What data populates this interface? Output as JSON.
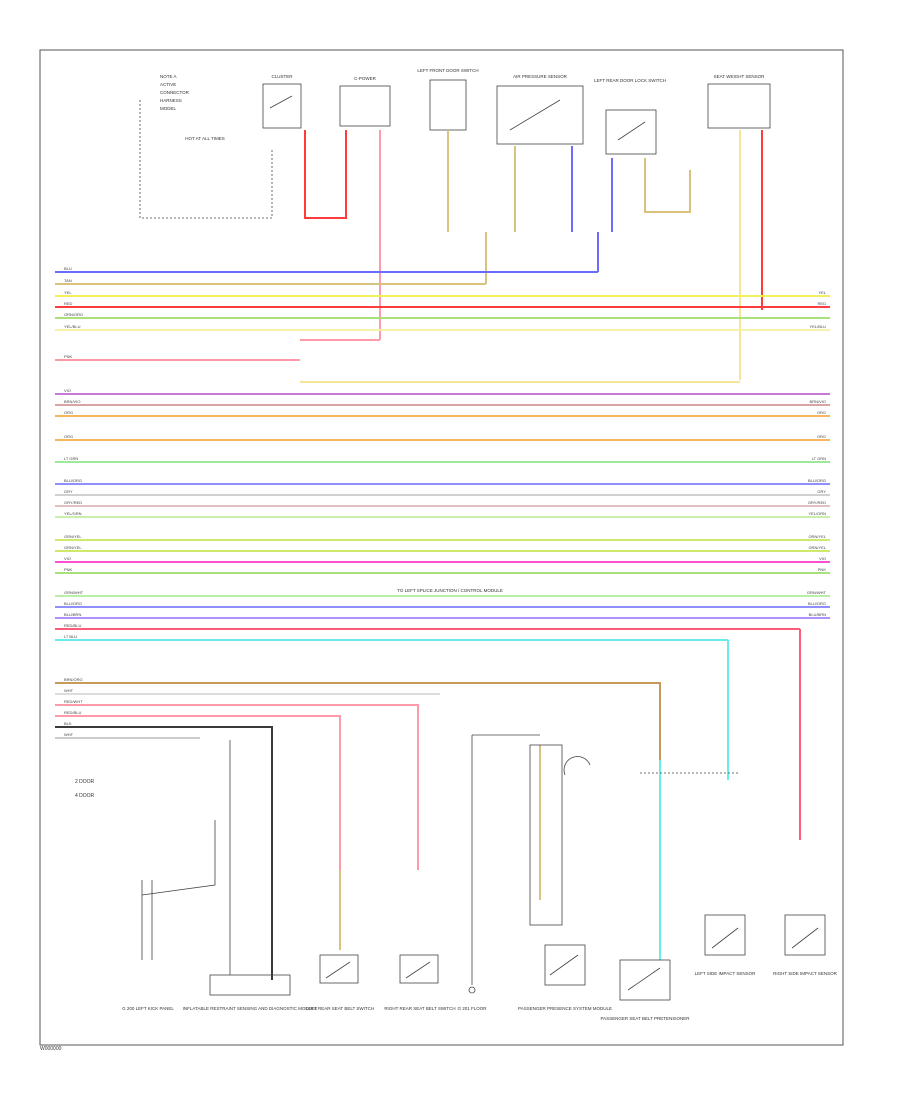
{
  "footer_id": "W000000",
  "colors": {
    "BLU": "#6b6bff",
    "TAN": "#d9c27e",
    "YEL": "#f4f05a",
    "RED": "#ff3b3b",
    "GRN_ORG": "#a8e07a",
    "YEL_BLU": "#f6f3a8",
    "PNK": "#ff9aa8",
    "VIO": "#c47ad6",
    "ORG": "#f5b55b",
    "LT_GRN": "#9ce89c",
    "BLU_VIO": "#8f8fff",
    "GRY": "#c8c8c8",
    "GRN_YEL": "#cfea6a",
    "MAGENTA": "#ff4fd0",
    "LT_BLU": "#66ecec",
    "BRN": "#c89a5a",
    "WHT": "#dcdcdc",
    "BLK": "#3a3a3a"
  },
  "legend": {
    "items": [
      "2 DOOR",
      "4 DOOR"
    ]
  },
  "note_block": {
    "lines": [
      "NOTE A",
      "ACTIVE",
      "CONNECTOR",
      "HARNESS",
      "MODEL"
    ]
  },
  "components_top": [
    {
      "id": "hot_at_all_times",
      "label": "HOT AT ALL TIMES"
    },
    {
      "id": "cluster",
      "label": "CLUSTER"
    },
    {
      "id": "c_power",
      "label": "C-POWER"
    },
    {
      "id": "left_front_door",
      "label": "LEFT FRONT DOOR SWITCH"
    },
    {
      "id": "air_pressure",
      "label": "AIR PRESSURE SENSOR"
    },
    {
      "id": "left_rear_switch",
      "label": "LEFT REAR DOOR LOCK SWITCH"
    },
    {
      "id": "seat_sensor",
      "label": "SEAT WEIGHT SENSOR"
    }
  ],
  "bus_labels": {
    "left": [
      "BLU",
      "TAN",
      "YEL",
      "RED",
      "GRN/ORG",
      "YEL/BLU",
      "PNK",
      "VIO",
      "BRN/VIO",
      "ORG",
      "ORG",
      "LT GRN",
      "BLU/ORG",
      "GRY",
      "GRY/RED",
      "YEL/GRN",
      "GRN/YEL",
      "GRN/YEL",
      "VIO",
      "PNK",
      "GRN/WHT",
      "BLU/ORG",
      "BLU/BRN",
      "RED/BLU",
      "LT BLU",
      "BRN/ORG",
      "WHT",
      "RED/WHT",
      "RED/BLU",
      "BLK",
      "WHT"
    ],
    "right": [
      "YEL",
      "RED",
      "YEL/BLU",
      "BRN/VIO",
      "ORG",
      "ORG",
      "LT GRN",
      "BLU/ORG",
      "GRY",
      "GRY/RED",
      "YEL/GRN",
      "GRN/YEL",
      "GRN/YEL",
      "VIO",
      "PNK",
      "GRN/WHT",
      "BLU/ORG",
      "BLU/BRN"
    ]
  },
  "center_note": "TO LEFT SPLICE JUNCTION / CONTROL MODULE",
  "components_bottom": [
    {
      "id": "g_ground",
      "label": "G 200 LEFT KICK PANEL"
    },
    {
      "id": "sdm",
      "label": "INFLATABLE RESTRAINT SENSING AND DIAGNOSTIC MODULE"
    },
    {
      "id": "left_rear_switch_b",
      "label": "LEFT REAR SEAT BELT SWITCH"
    },
    {
      "id": "right_rear_switch",
      "label": "RIGHT REAR SEAT BELT SWITCH"
    },
    {
      "id": "g201",
      "label": "G 201 FLOOR"
    },
    {
      "id": "passenger_presence",
      "label": "PASSENGER PRESENCE SYSTEM MODULE"
    },
    {
      "id": "pass_pretensioner",
      "label": "PASSENGER SEAT BELT PRETENSIONER"
    },
    {
      "id": "left_side_impact",
      "label": "LEFT SIDE IMPACT SENSOR"
    },
    {
      "id": "right_side_impact",
      "label": "RIGHT SIDE IMPACT SENSOR"
    }
  ]
}
